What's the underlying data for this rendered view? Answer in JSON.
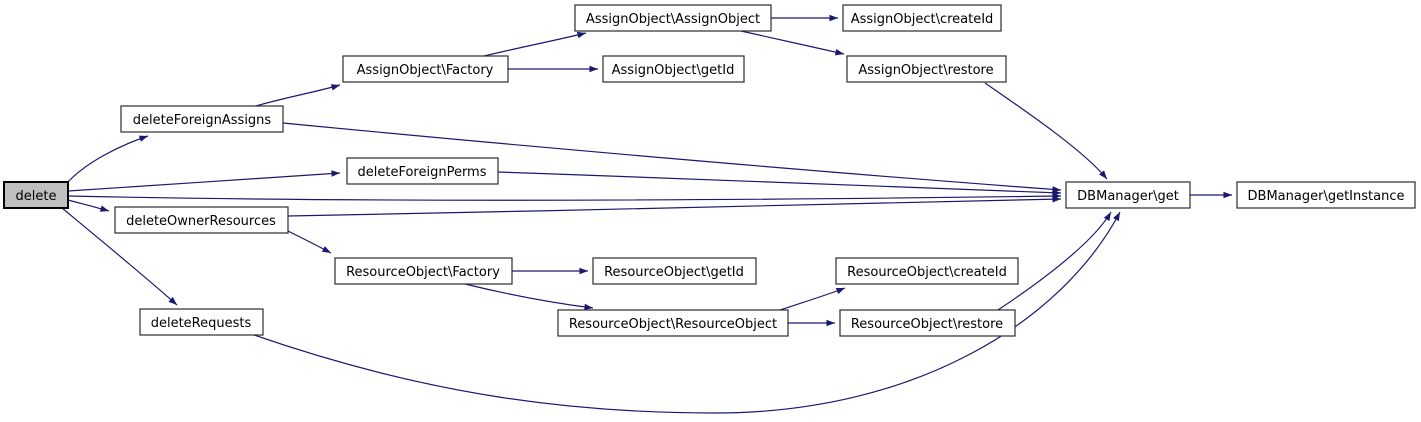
{
  "graph": {
    "type": "doxygen-call-graph",
    "focus_node": "delete",
    "colors": {
      "edge": "#191970",
      "node_fill": "#ffffff",
      "node_border": "#2b2b2b",
      "focus_fill": "#bfbfbf",
      "focus_border": "#000000",
      "text": "#000000",
      "background": "#ffffff"
    },
    "nodes": {
      "delete": "delete",
      "deleteForeignAssigns": "deleteForeignAssigns",
      "deleteForeignPerms": "deleteForeignPerms",
      "deleteOwnerResources": "deleteOwnerResources",
      "deleteRequests": "deleteRequests",
      "assignFactory": "AssignObject\\Factory",
      "assignAssign": "AssignObject\\AssignObject",
      "assignGetId": "AssignObject\\getId",
      "assignCreateId": "AssignObject\\createId",
      "assignRestore": "AssignObject\\restore",
      "resourceFactory": "ResourceObject\\Factory",
      "resourceResource": "ResourceObject\\ResourceObject",
      "resourceGetId": "ResourceObject\\getId",
      "resourceCreateId": "ResourceObject\\createId",
      "resourceRestore": "ResourceObject\\restore",
      "dbGet": "DBManager\\get",
      "dbGetInstance": "DBManager\\getInstance"
    },
    "edges": [
      {
        "from": "delete",
        "to": "deleteForeignAssigns"
      },
      {
        "from": "delete",
        "to": "deleteForeignPerms"
      },
      {
        "from": "delete",
        "to": "DBManager\\get"
      },
      {
        "from": "delete",
        "to": "deleteOwnerResources"
      },
      {
        "from": "delete",
        "to": "deleteRequests"
      },
      {
        "from": "deleteForeignAssigns",
        "to": "AssignObject\\Factory"
      },
      {
        "from": "deleteForeignAssigns",
        "to": "DBManager\\get"
      },
      {
        "from": "AssignObject\\Factory",
        "to": "AssignObject\\AssignObject"
      },
      {
        "from": "AssignObject\\Factory",
        "to": "AssignObject\\getId"
      },
      {
        "from": "AssignObject\\AssignObject",
        "to": "AssignObject\\createId"
      },
      {
        "from": "AssignObject\\AssignObject",
        "to": "AssignObject\\restore"
      },
      {
        "from": "AssignObject\\restore",
        "to": "DBManager\\get"
      },
      {
        "from": "deleteForeignPerms",
        "to": "DBManager\\get"
      },
      {
        "from": "deleteOwnerResources",
        "to": "DBManager\\get"
      },
      {
        "from": "deleteOwnerResources",
        "to": "ResourceObject\\Factory"
      },
      {
        "from": "ResourceObject\\Factory",
        "to": "ResourceObject\\getId"
      },
      {
        "from": "ResourceObject\\Factory",
        "to": "ResourceObject\\ResourceObject"
      },
      {
        "from": "ResourceObject\\ResourceObject",
        "to": "ResourceObject\\createId"
      },
      {
        "from": "ResourceObject\\ResourceObject",
        "to": "ResourceObject\\restore"
      },
      {
        "from": "ResourceObject\\restore",
        "to": "DBManager\\get"
      },
      {
        "from": "deleteRequests",
        "to": "DBManager\\get"
      },
      {
        "from": "DBManager\\get",
        "to": "DBManager\\getInstance"
      }
    ]
  }
}
